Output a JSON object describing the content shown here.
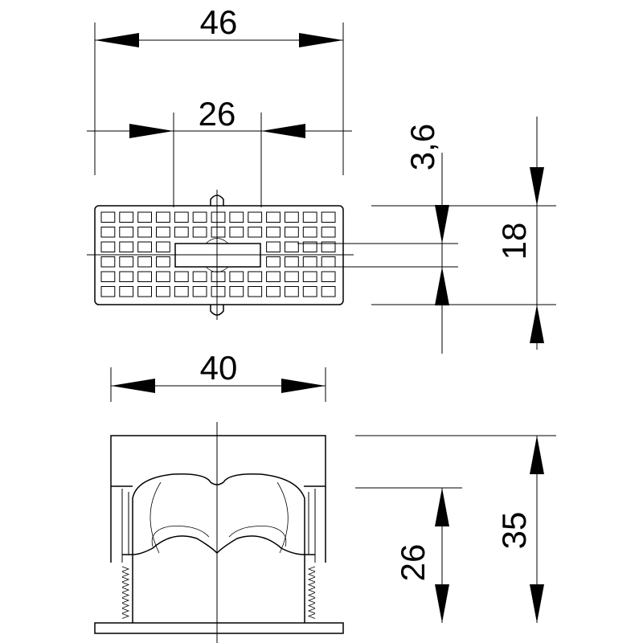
{
  "dimensions": {
    "top_width_outer": "46",
    "top_width_inner": "26",
    "slot_height": "3,6",
    "top_height": "18",
    "bottom_width": "40",
    "bottom_height_inner": "26",
    "bottom_height_total": "35"
  },
  "colors": {
    "line": "#000000",
    "background": "#ffffff"
  },
  "grid": {
    "rows": 6,
    "cols": 13
  }
}
